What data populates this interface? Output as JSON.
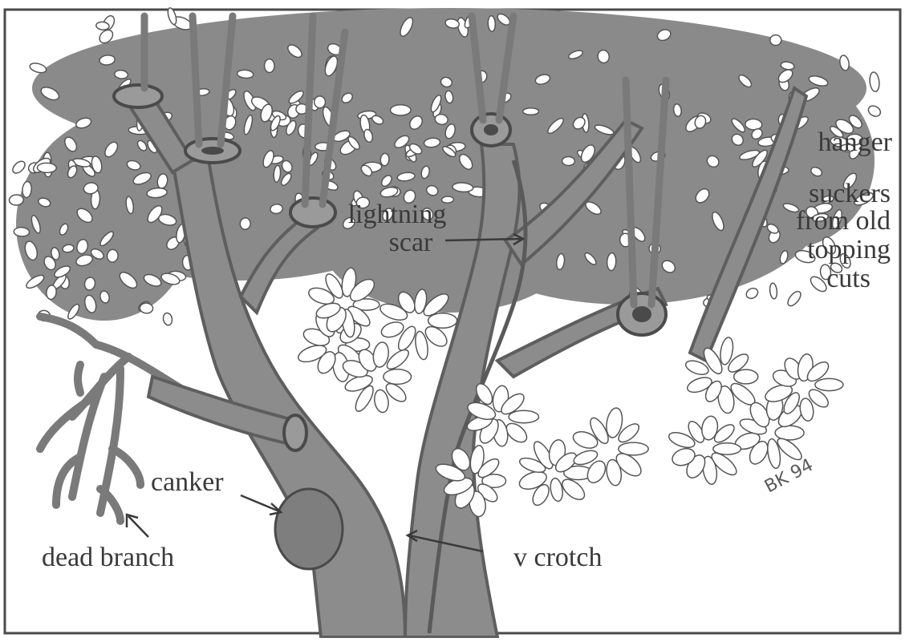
{
  "labels": {
    "hanger": "hanger",
    "suckers_line1": "suckers",
    "suckers_line2": "from old",
    "suckers_line3": "topping",
    "suckers_line4": "cuts",
    "lightning_line1": "lightning",
    "lightning_line2": "scar",
    "canker": "canker",
    "dead_branch": "dead branch",
    "v_crotch": "v crotch"
  },
  "signature": "BK 94",
  "colors": {
    "background": "#ffffff",
    "frame": "#4a4a4a",
    "bark": "#8c8c8c",
    "bark_dark": "#5e5e5e",
    "foliage": "#7a7a7a",
    "leaf": "#ffffff",
    "ink": "#3a3a3a"
  }
}
